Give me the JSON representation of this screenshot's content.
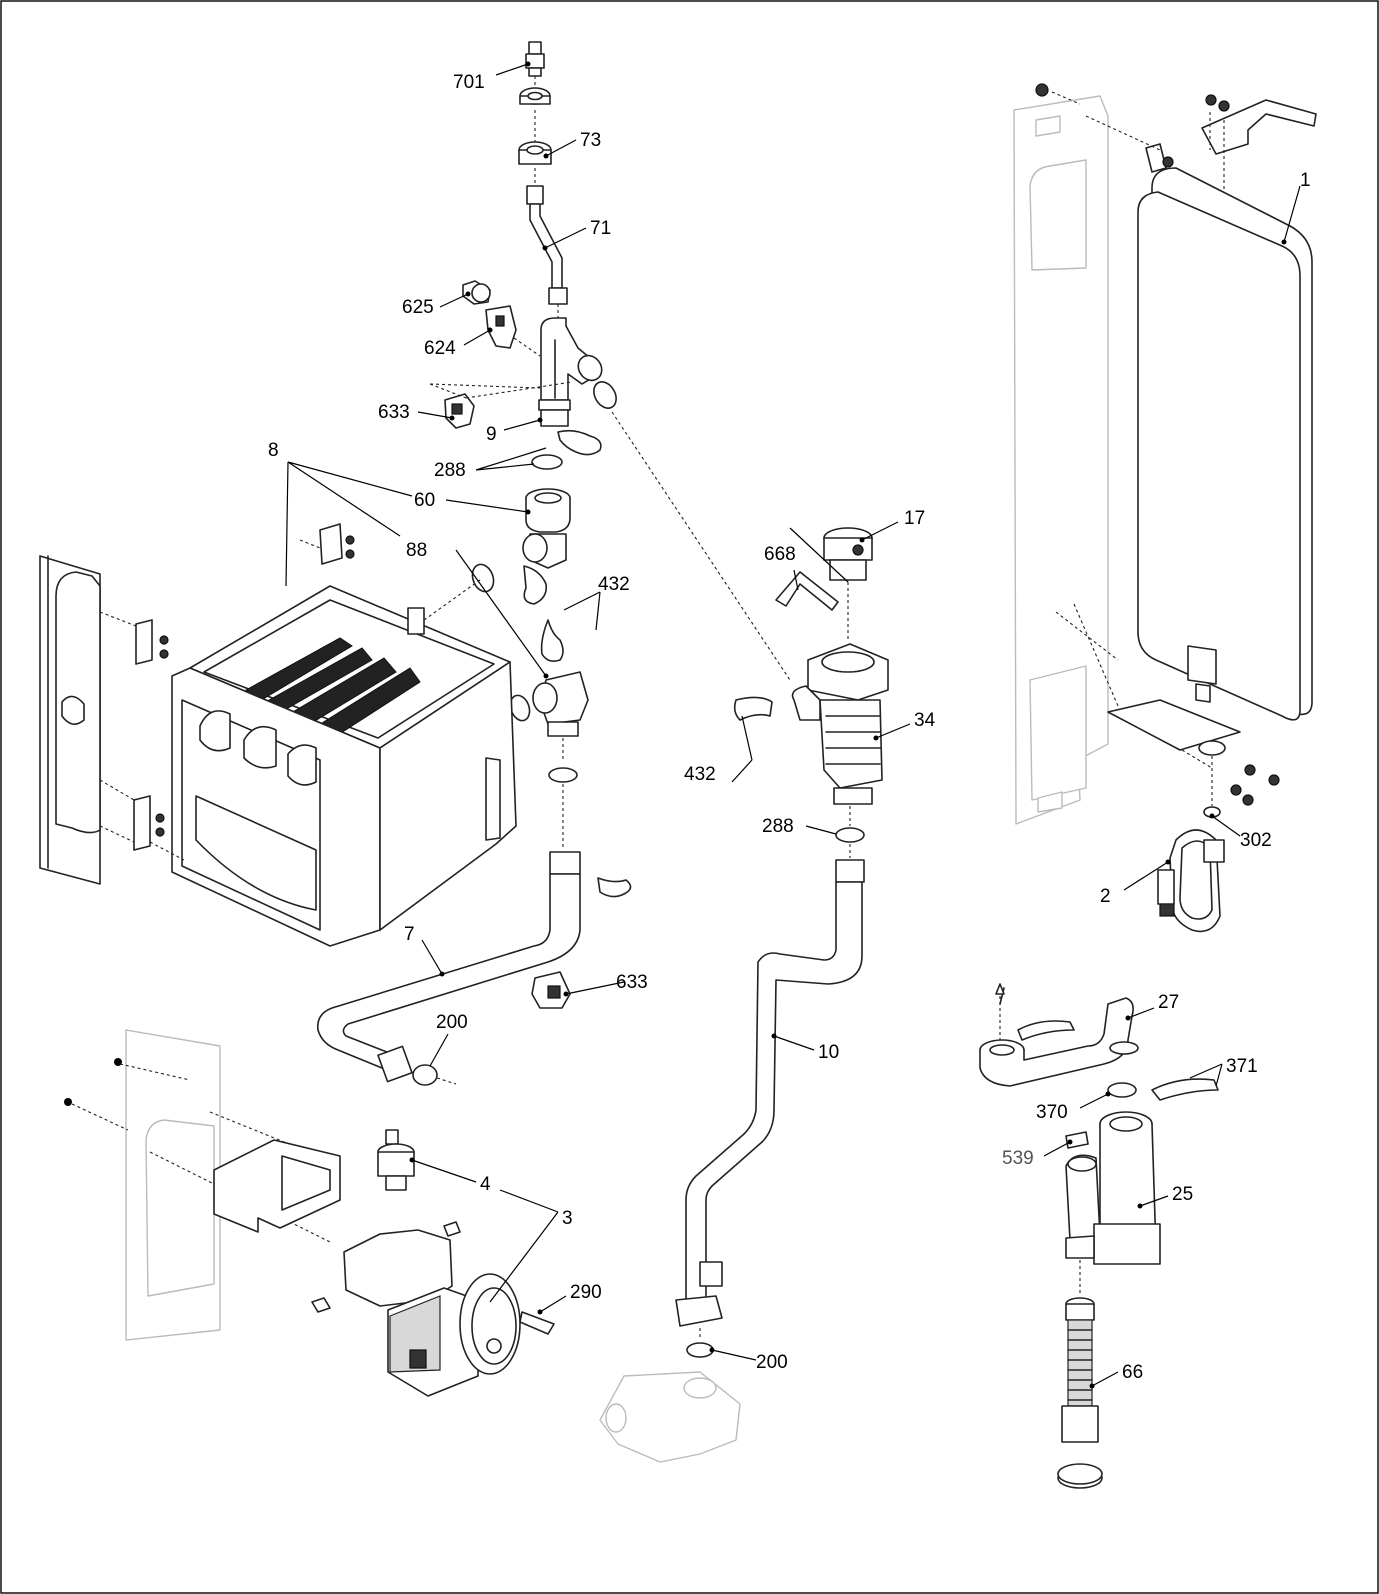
{
  "diagram": {
    "callouts": [
      {
        "id": "701",
        "text": "701"
      },
      {
        "id": "73",
        "text": "73"
      },
      {
        "id": "71",
        "text": "71"
      },
      {
        "id": "625",
        "text": "625"
      },
      {
        "id": "624",
        "text": "624"
      },
      {
        "id": "633a",
        "text": "633"
      },
      {
        "id": "9",
        "text": "9"
      },
      {
        "id": "288a",
        "text": "288"
      },
      {
        "id": "8",
        "text": "8"
      },
      {
        "id": "60",
        "text": "60"
      },
      {
        "id": "88",
        "text": "88"
      },
      {
        "id": "432a",
        "text": "432"
      },
      {
        "id": "7",
        "text": "7"
      },
      {
        "id": "633b",
        "text": "633"
      },
      {
        "id": "200a",
        "text": "200"
      },
      {
        "id": "668",
        "text": "668"
      },
      {
        "id": "17",
        "text": "17"
      },
      {
        "id": "34",
        "text": "34"
      },
      {
        "id": "432b",
        "text": "432"
      },
      {
        "id": "288b",
        "text": "288"
      },
      {
        "id": "10",
        "text": "10"
      },
      {
        "id": "200b",
        "text": "200"
      },
      {
        "id": "1",
        "text": "1"
      },
      {
        "id": "302",
        "text": "302"
      },
      {
        "id": "2",
        "text": "2"
      },
      {
        "id": "27",
        "text": "27"
      },
      {
        "id": "371",
        "text": "371"
      },
      {
        "id": "370",
        "text": "370"
      },
      {
        "id": "539",
        "text": "539"
      },
      {
        "id": "25",
        "text": "25"
      },
      {
        "id": "66",
        "text": "66"
      },
      {
        "id": "4",
        "text": "4"
      },
      {
        "id": "3",
        "text": "3"
      },
      {
        "id": "290",
        "text": "290"
      }
    ]
  }
}
